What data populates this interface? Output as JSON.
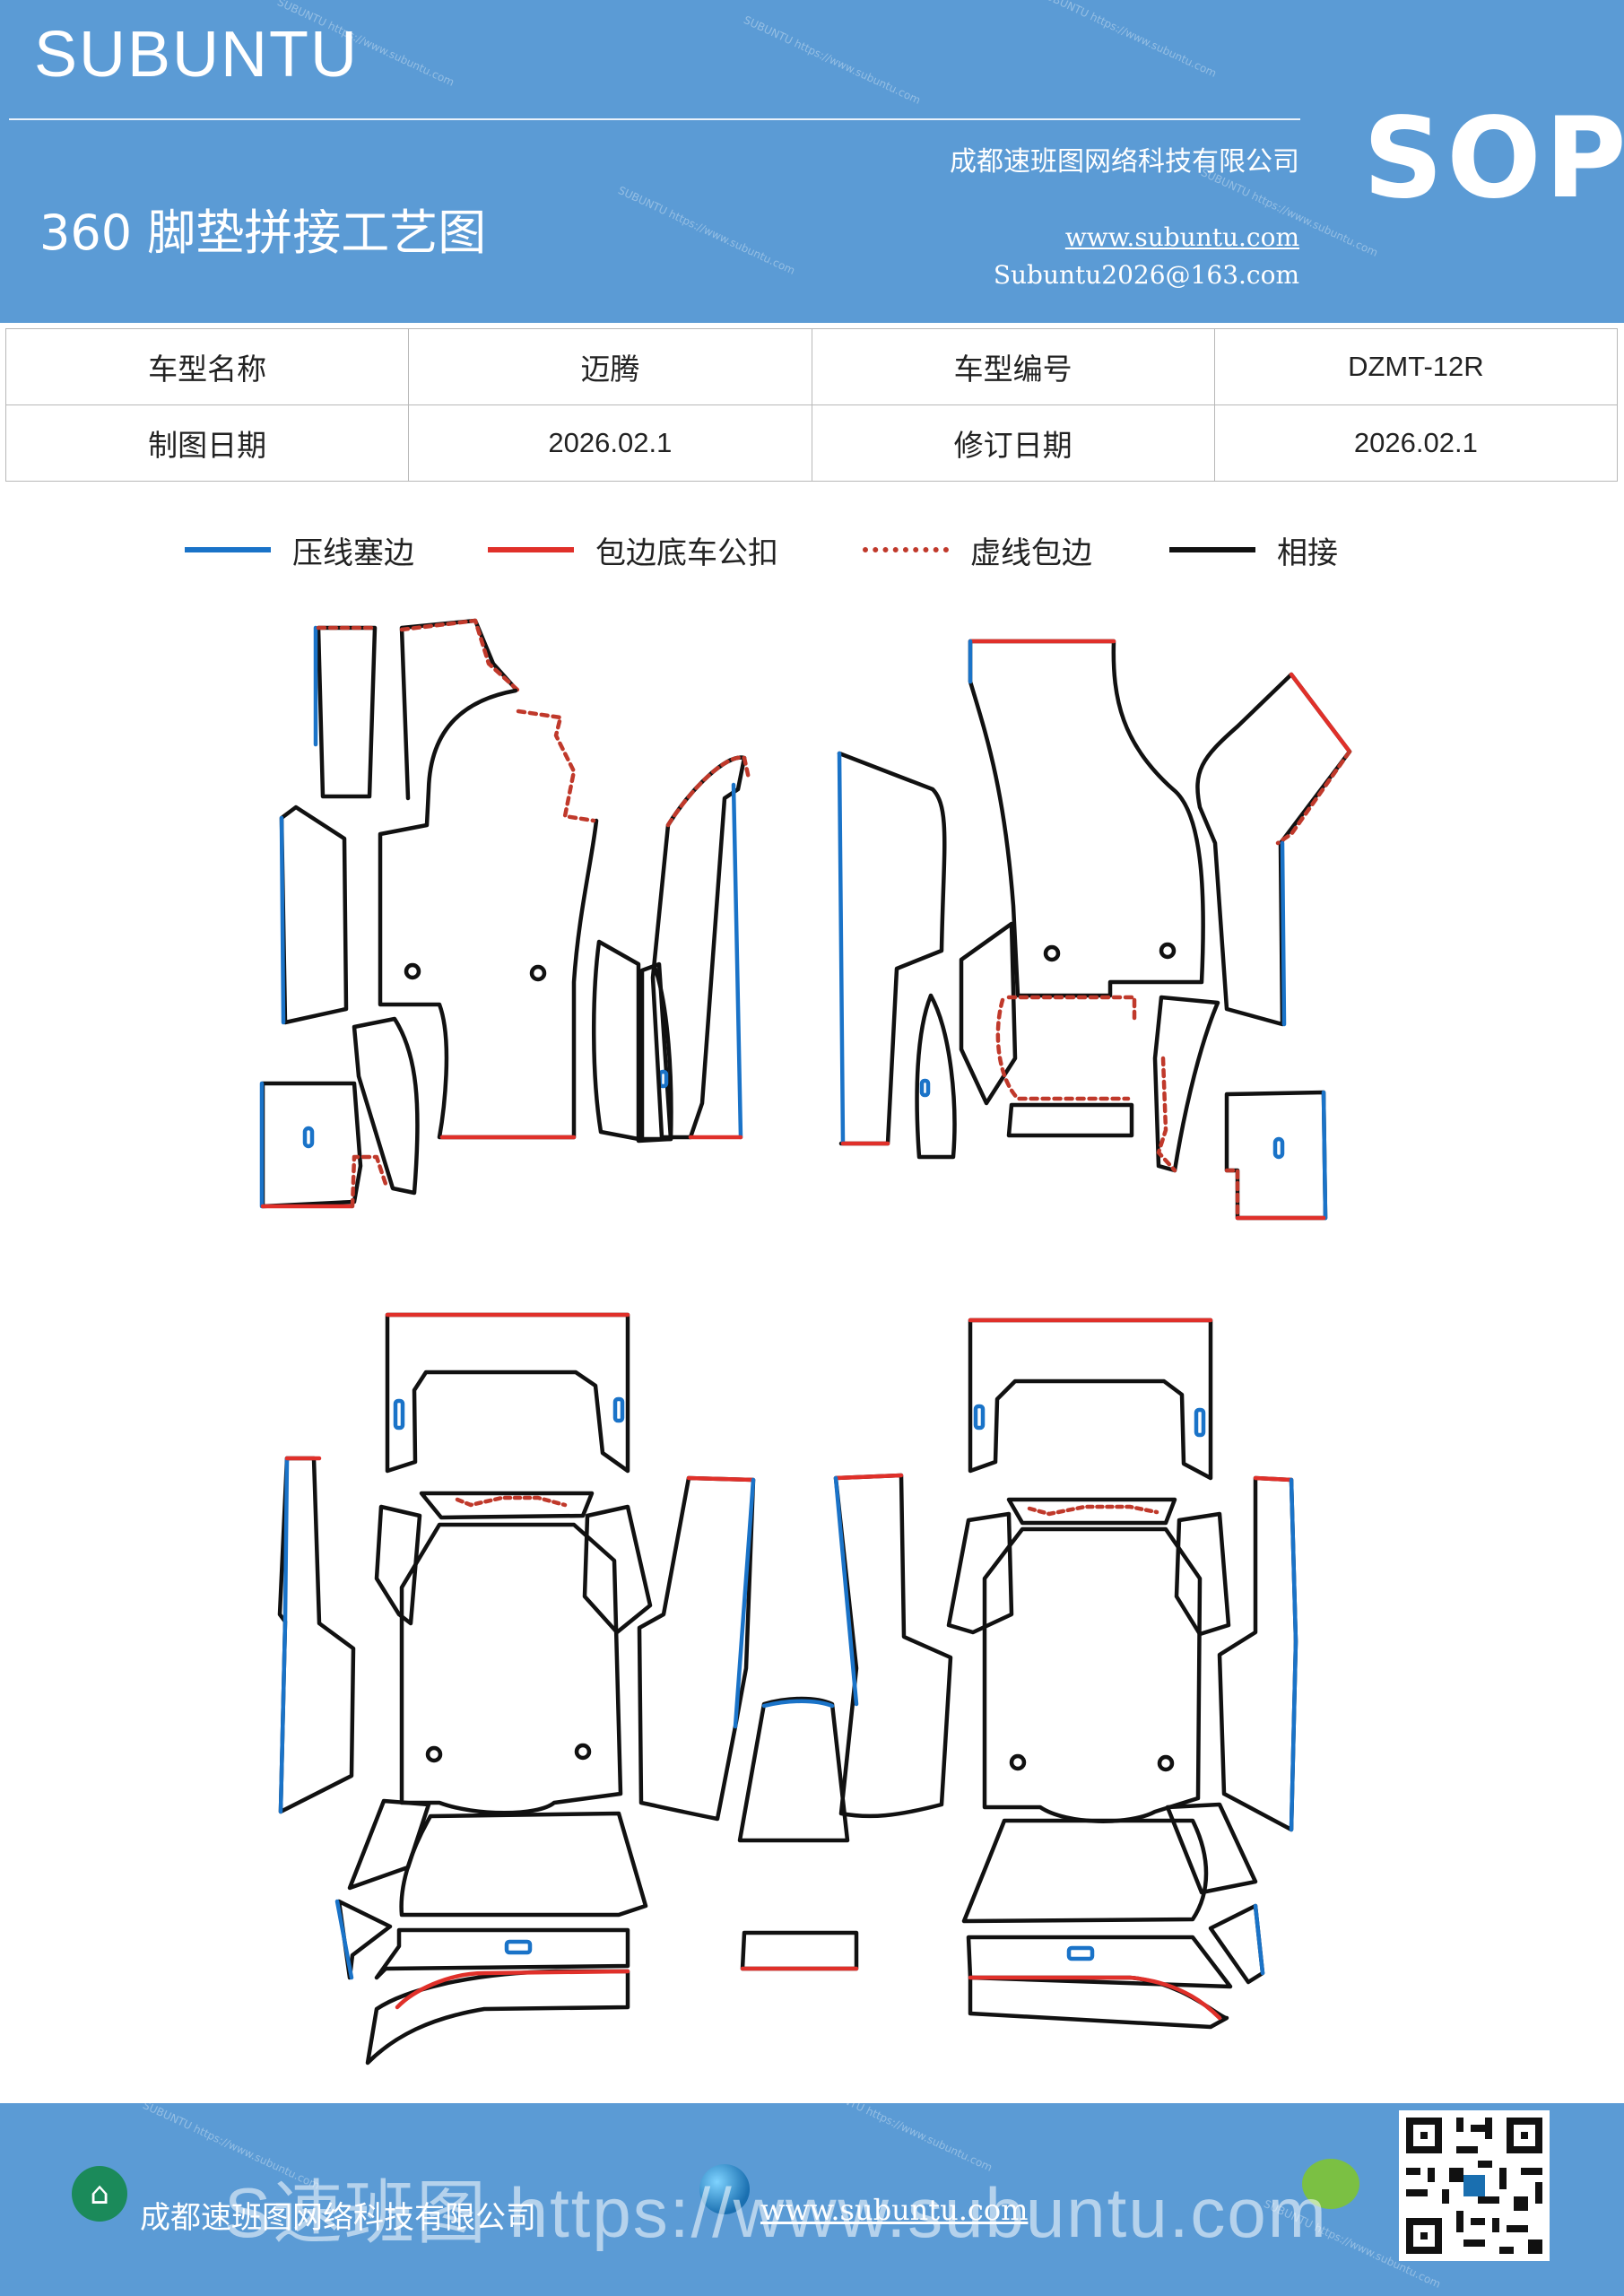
{
  "header": {
    "brand": "SUBUNTU",
    "title": "360 脚垫拼接工艺图",
    "company": "成都速班图网络科技有限公司",
    "website": "www.subuntu.com",
    "email": "Subuntu2026@163.com",
    "badge": "SOP",
    "watermark_text": "SUBUNTU https://www.subuntu.com"
  },
  "info_table": {
    "rows": [
      {
        "label1": "车型名称",
        "value1": "迈腾",
        "label2": "车型编号",
        "value2": "DZMT-12R"
      },
      {
        "label1": "制图日期",
        "value1": "2026.02.1",
        "label2": "修订日期",
        "value2": "2026.02.1"
      }
    ]
  },
  "legend": [
    {
      "label": "压线塞边",
      "color": "#1a73c8",
      "style": "solid"
    },
    {
      "label": "包边底车公扣",
      "color": "#e0302a",
      "style": "solid"
    },
    {
      "label": "虚线包边",
      "color": "#c0392b",
      "style": "dotted"
    },
    {
      "label": "相接",
      "color": "#111111",
      "style": "solid"
    }
  ],
  "colors": {
    "header_bg": "#5b9bd5",
    "blue_edge": "#1a73c8",
    "red_edge": "#e0302a",
    "dotted_edge": "#c0392b",
    "black_edge": "#111111"
  },
  "footer": {
    "company": "成都速班图网络科技有限公司",
    "website": "www.subuntu.com",
    "ghost_text": "S速班图 https://www.subuntu.com"
  }
}
